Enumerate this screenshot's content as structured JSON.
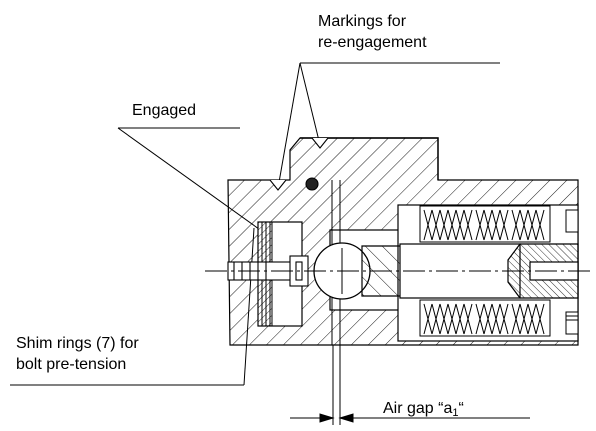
{
  "labels": {
    "markings": [
      "Markings for",
      "re-engagement"
    ],
    "engaged": "Engaged",
    "shim": [
      "Shim rings (7) for",
      "bolt pre-tension"
    ],
    "air_gap": {
      "prefix": "Air gap “a",
      "subscript": "1",
      "suffix": "“"
    }
  },
  "colors": {
    "line": "#000000",
    "background": "#ffffff"
  }
}
